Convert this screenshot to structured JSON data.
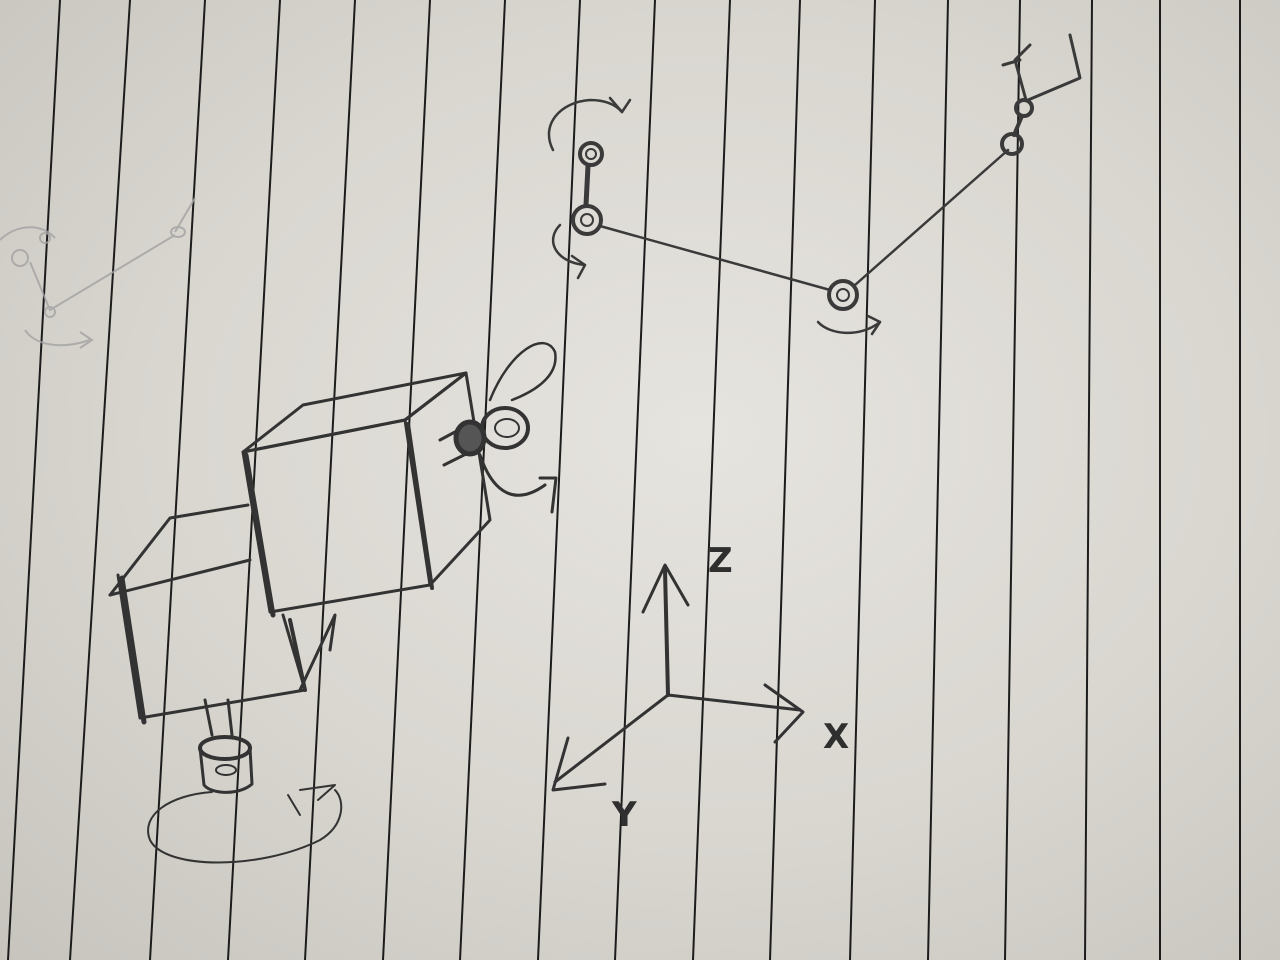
{
  "sheet": {
    "paper_color": "#e0ddd8",
    "rule_color": "#1c1c1c",
    "pencil_color": "#3a3a3a",
    "faint_pencil_color": "#9a9a9a"
  },
  "axes": {
    "x_label": "X",
    "y_label": "Y",
    "z_label": "Z"
  },
  "icons": {
    "rotation_arrow": "curved-arrow-icon",
    "joint": "joint-circle-icon",
    "gripper": "gripper-icon"
  }
}
